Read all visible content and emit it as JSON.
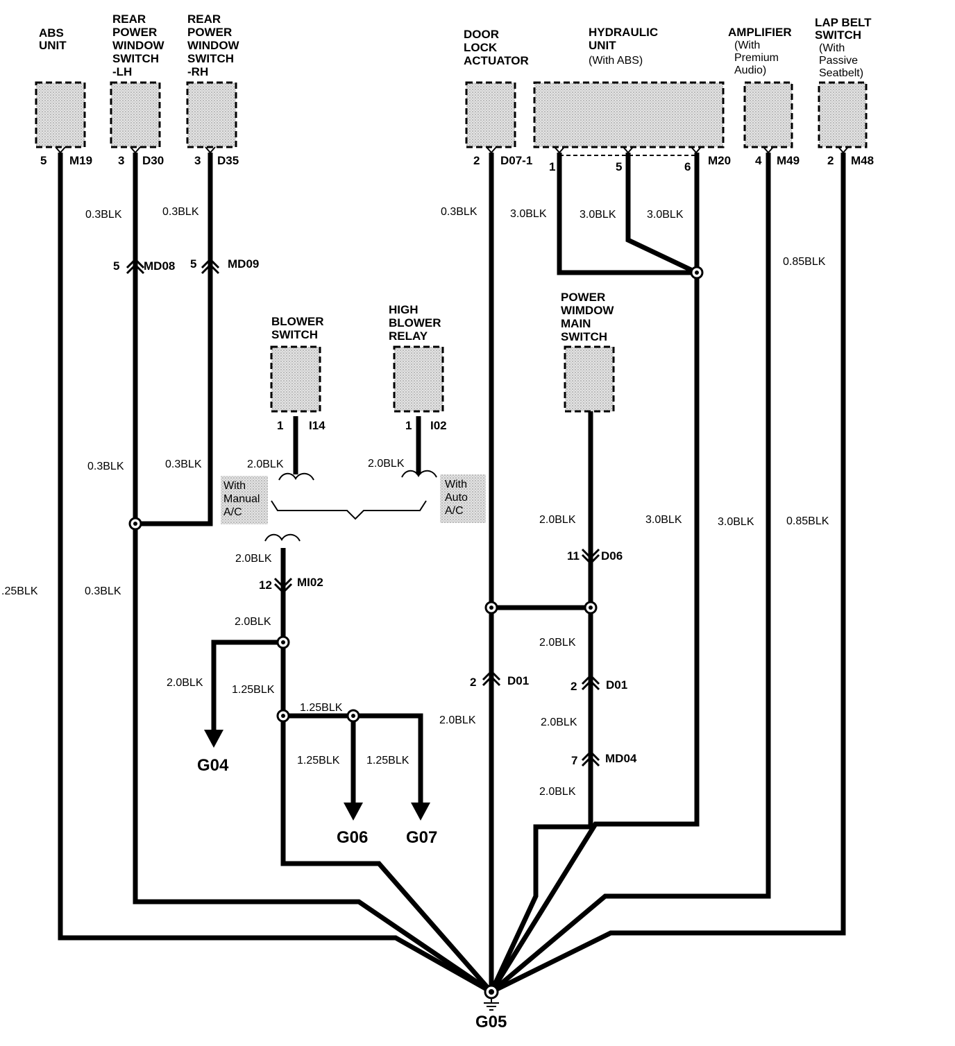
{
  "components": {
    "abs": [
      "ABS",
      "UNIT"
    ],
    "rpw_lh": [
      "REAR",
      "POWER",
      "WINDOW",
      "SWITCH",
      "-LH"
    ],
    "rpw_rh": [
      "REAR",
      "POWER",
      "WINDOW",
      "SWITCH",
      "-RH"
    ],
    "door_lock": [
      "DOOR",
      "LOCK",
      "ACTUATOR"
    ],
    "hydraulic": [
      "HYDRAULIC",
      "UNIT",
      "(With ABS)"
    ],
    "amplifier": [
      "AMPLIFIER",
      "(With",
      "Premium",
      "Audio)"
    ],
    "lap_belt": [
      "LAP BELT",
      "SWITCH",
      "(With",
      "Passive",
      "Seatbelt)"
    ],
    "blower_switch": [
      "BLOWER",
      "SWITCH"
    ],
    "high_blower": [
      "HIGH",
      "BLOWER",
      "RELAY"
    ],
    "pw_main": [
      "POWER",
      "WIMDOW",
      "MAIN",
      "SWITCH"
    ]
  },
  "pins": {
    "abs": {
      "pin": "5",
      "conn": "M19"
    },
    "rpw_lh": {
      "pin": "3",
      "conn": "D30"
    },
    "rpw_rh": {
      "pin": "3",
      "conn": "D35"
    },
    "door_lock": {
      "pin": "2",
      "conn": "D07-1"
    },
    "hyd_1": "1",
    "hyd_5": "5",
    "hyd_6": "6",
    "hyd_conn": "M20",
    "amplifier": {
      "pin": "4",
      "conn": "M49"
    },
    "lap_belt": {
      "pin": "2",
      "conn": "M48"
    },
    "blower_switch": {
      "pin": "1",
      "conn": "I14"
    },
    "high_blower": {
      "pin": "1",
      "conn": "I02"
    }
  },
  "connectors": {
    "md08": {
      "pin": "5",
      "name": "MD08"
    },
    "md09": {
      "pin": "5",
      "name": "MD09"
    },
    "mi02": {
      "pin": "12",
      "name": "MI02"
    },
    "d06": {
      "pin": "11",
      "name": "D06"
    },
    "d01_left": {
      "pin": "2",
      "name": "D01"
    },
    "d01_right": {
      "pin": "2",
      "name": "D01"
    },
    "md04": {
      "pin": "7",
      "name": "MD04"
    }
  },
  "wires": {
    "lh_top": "0.3BLK",
    "rh_top": "0.3BLK",
    "door_top": "0.3BLK",
    "hyd_1": "3.0BLK",
    "hyd_5": "3.0BLK",
    "hyd_6": "3.0BLK",
    "lap_top": "0.85BLK",
    "lh_mid": "0.3BLK",
    "rh_mid": "0.3BLK",
    "blower": "2.0BLK",
    "relay": "2.0BLK",
    "pw_main": "2.0BLK",
    "hyd_mid": "3.0BLK",
    "amp_mid": "3.0BLK",
    "lap_mid": "0.85BLK",
    "abs": ".25BLK",
    "lh_low": "0.3BLK",
    "mi02_top": "2.0BLK",
    "mi02_bot": "2.0BLK",
    "g04": "2.0BLK",
    "g_split": "1.25BLK",
    "g_h": "1.25BLK",
    "g06": "1.25BLK",
    "g07": "1.25BLK",
    "pw_d01": "2.0BLK",
    "door_low": "2.0BLK",
    "d01_md04": "2.0BLK",
    "md04_low": "2.0BLK"
  },
  "options": {
    "manual": [
      "With",
      "Manual",
      "A/C"
    ],
    "auto": [
      "With",
      "Auto",
      "A/C"
    ]
  },
  "grounds": {
    "g04": "G04",
    "g05": "G05",
    "g06": "G06",
    "g07": "G07"
  }
}
